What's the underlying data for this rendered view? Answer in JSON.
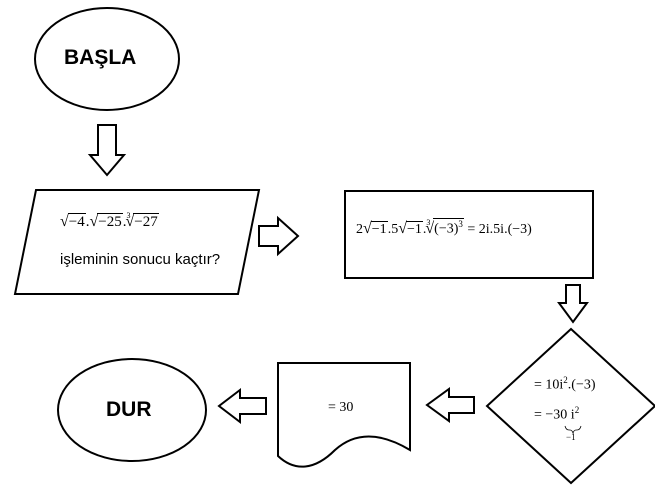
{
  "nodes": {
    "start": {
      "label": "BAŞLA"
    },
    "question": {
      "expr_parts": [
        "−4",
        "−25",
        "−27"
      ],
      "root_index": "3",
      "text": "işleminin sonucu kaçtır?"
    },
    "step1": {
      "lhs_coef": "2",
      "r1": "−1",
      "mid": ".5",
      "r2": "−1",
      "r3": "(−3)",
      "r3_exp": "3",
      "root_index": "3",
      "rhs": "= 2i.5i.(−3)"
    },
    "step2": {
      "line1": "= 10i",
      "line1_exp": "2",
      "line1_tail": ".(−3)",
      "line2": "= −30 i",
      "line2_exp": "2",
      "under_brace": "−1"
    },
    "result": {
      "label": "= 30"
    },
    "end": {
      "label": "DUR"
    }
  }
}
